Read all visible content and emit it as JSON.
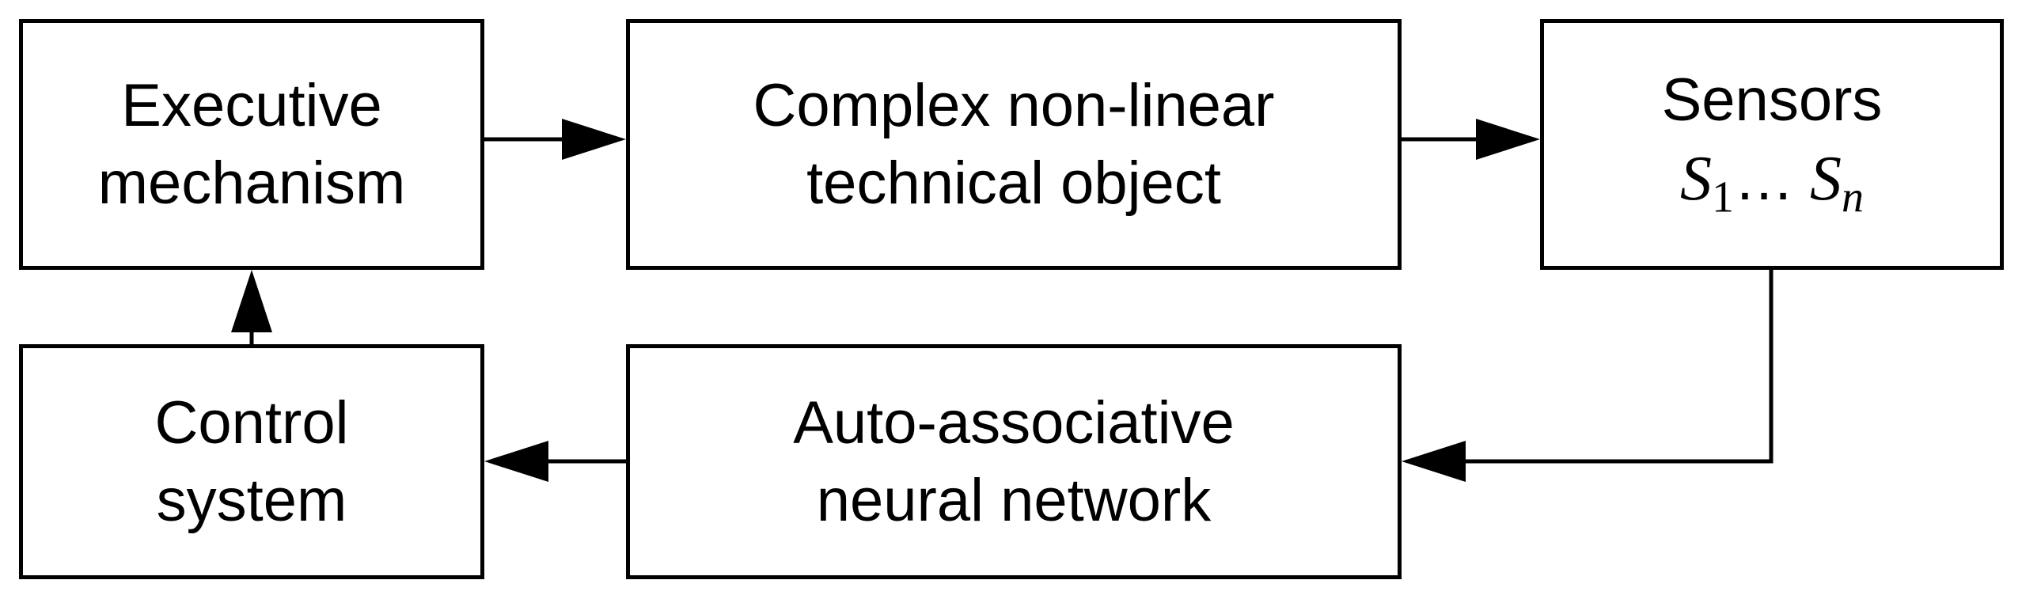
{
  "blocks": {
    "executive": {
      "line1": "Executive",
      "line2": "mechanism"
    },
    "object": {
      "line1": "Complex non-linear",
      "line2": "technical object"
    },
    "sensors": {
      "line1": "Sensors",
      "first_symbol": "S",
      "first_index": "1",
      "ellipsis": "…",
      "last_symbol": "S",
      "last_index": "n"
    },
    "control": {
      "line1": "Control",
      "line2": "system"
    },
    "network": {
      "line1": "Auto-associative",
      "line2": "neural network"
    }
  },
  "colors": {
    "stroke": "#000000",
    "background": "#ffffff"
  }
}
